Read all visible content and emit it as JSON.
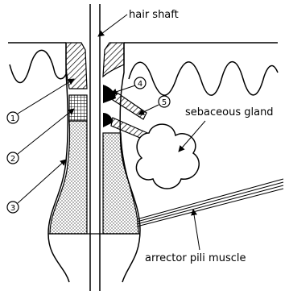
{
  "labels": {
    "hair_shaft": "hair shaft",
    "sebaceous_gland": "sebaceous gland",
    "arrector_pili_muscle": "arrector pili muscle"
  },
  "markers": {
    "m1": "1",
    "m2": "2",
    "m3": "3",
    "m4": "4",
    "m5": "5"
  }
}
